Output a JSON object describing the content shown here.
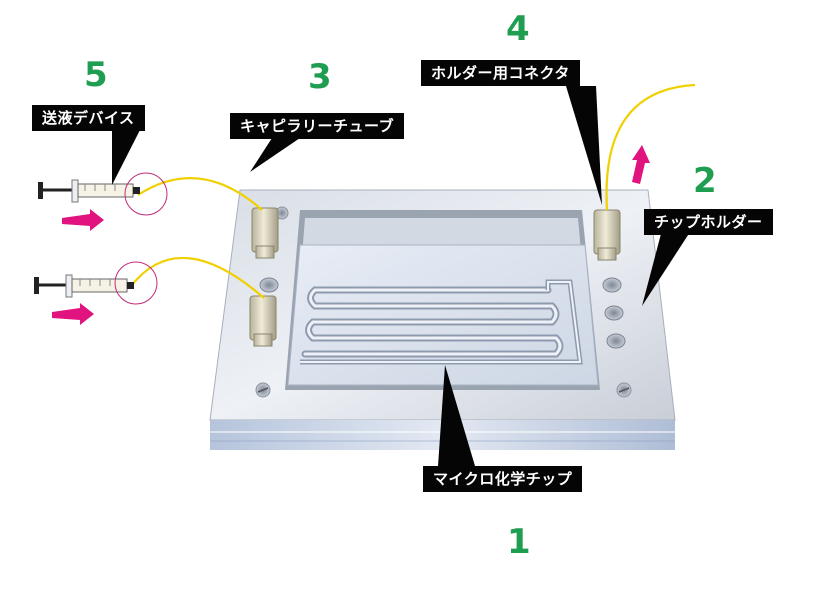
{
  "numbers": {
    "n1": "1",
    "n2": "2",
    "n3": "3",
    "n4": "4",
    "n5": "5"
  },
  "labels": {
    "chip": "マイクロ化学チップ",
    "holder": "チップホルダー",
    "capillary": "キャピラリーチューブ",
    "connector": "ホルダー用コネクタ",
    "pump": "送液デバイス"
  },
  "colors": {
    "number_green": "#1f9e52",
    "arrow_magenta": "#e0137f",
    "tube_yellow": "#f0d000",
    "callout_black": "#050505"
  }
}
